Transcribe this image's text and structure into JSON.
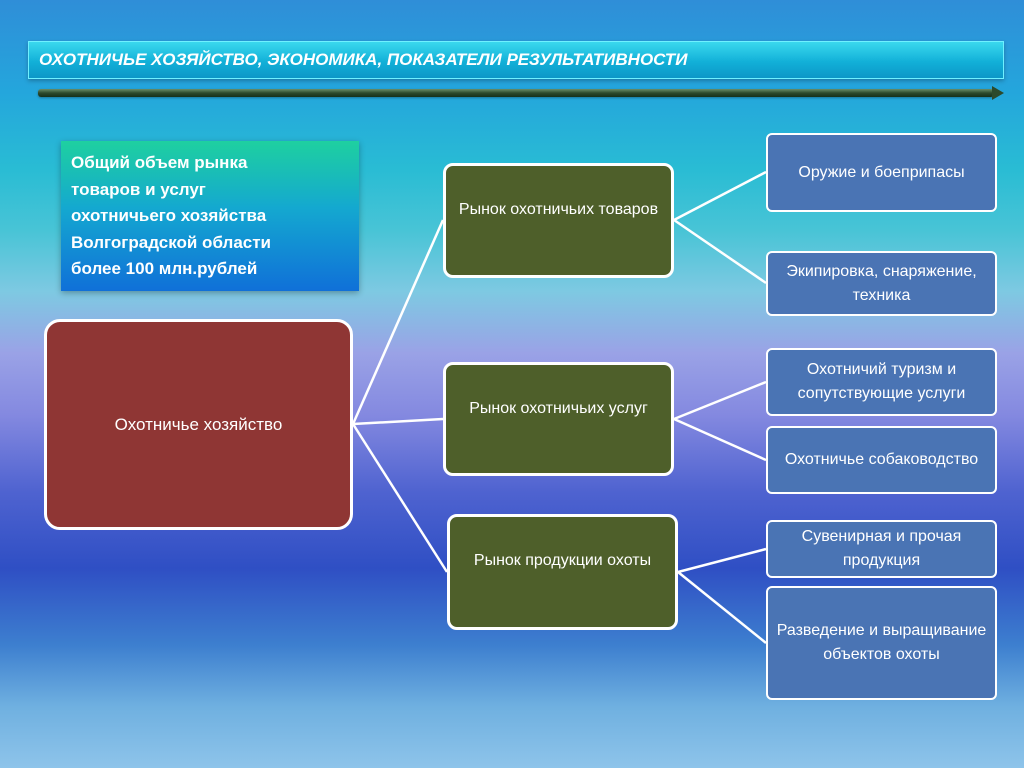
{
  "header": {
    "title": "ОХОТНИЧЬЕ ХОЗЯЙСТВО, ЭКОНОМИКА, ПОКАЗАТЕЛИ РЕЗУЛЬТАТИВНОСТИ"
  },
  "info": {
    "text": "Общий объем рынка\nтоваров и услуг\nохотничьего хозяйства\nВолгоградской области\nболее 100 млн.рублей"
  },
  "diagram": {
    "root": "Охотничье хозяйство",
    "markets": [
      {
        "label": "Рынок охотничьих товаров",
        "items": [
          "Оружие и боеприпасы",
          "Экипировка, снаряжение, техника"
        ]
      },
      {
        "label": "Рынок охотничьих услуг",
        "items": [
          "Охотничий туризм и сопутствующие услуги",
          "Охотничье собаководство"
        ]
      },
      {
        "label": "Рынок продукции охоты",
        "items": [
          "Сувенирная и прочая продукция",
          "Разведение и выращивание объектов охоты"
        ]
      }
    ]
  },
  "colors": {
    "root_fill": "#8f3634",
    "market_fill": "#4e5f2a",
    "item_fill": "#4a74b4",
    "connector": "#ffffff"
  }
}
